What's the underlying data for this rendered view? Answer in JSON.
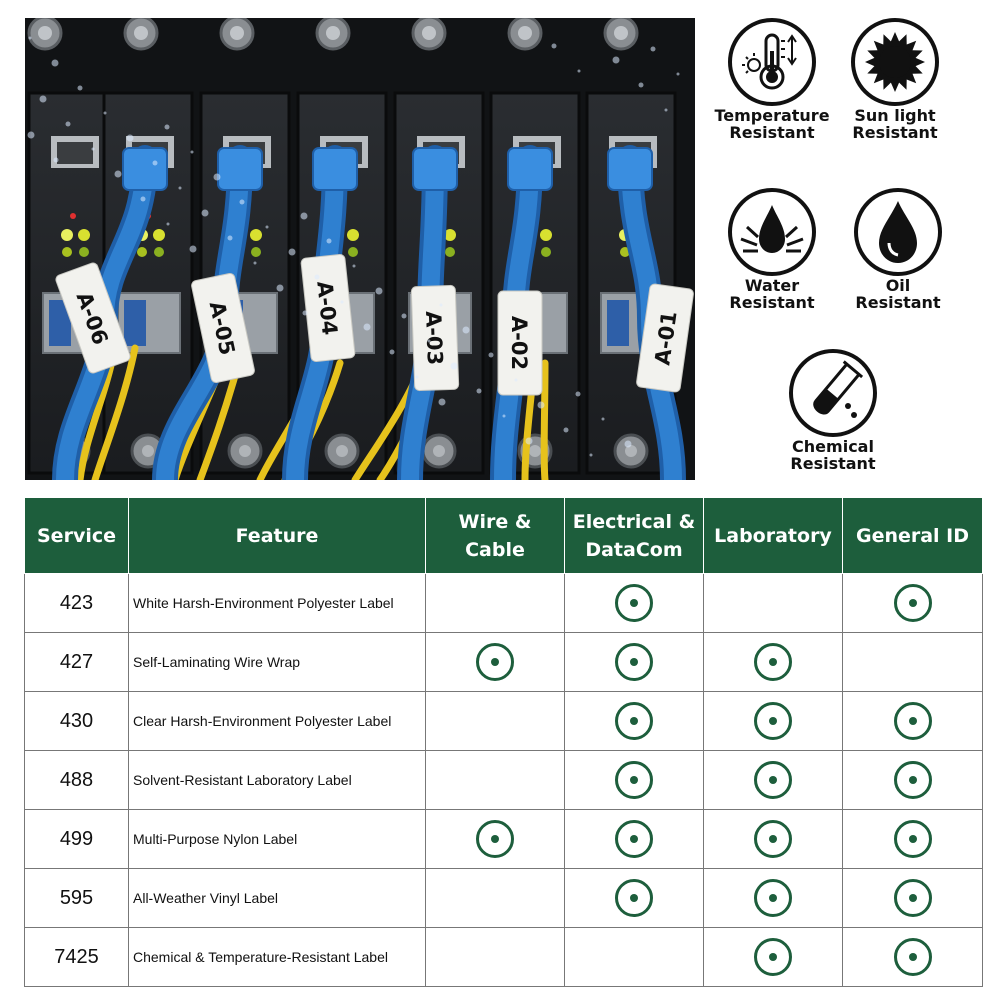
{
  "colors": {
    "header_green": "#1d5e3c",
    "cable_blue": "#2f80d0",
    "fiber_yellow": "#e6c21c"
  },
  "photo": {
    "cable_tags": [
      "A-06",
      "A-05",
      "A-04",
      "A-03",
      "A-02",
      "A-01"
    ]
  },
  "features": [
    {
      "icon": "thermometer-icon",
      "label_lines": [
        "Temperature",
        "Resistant"
      ]
    },
    {
      "icon": "sun-icon",
      "label_lines": [
        "Sun light",
        "Resistant"
      ]
    },
    {
      "icon": "water-drop-icon",
      "label_lines": [
        "Water",
        "Resistant"
      ]
    },
    {
      "icon": "oil-drop-icon",
      "label_lines": [
        "Oil",
        "Resistant"
      ]
    },
    {
      "icon": "test-tube-icon",
      "label_lines": [
        "Chemical",
        "Resistant"
      ]
    }
  ],
  "table": {
    "headers": [
      "Service",
      "Feature",
      "Wire & Cable",
      "Electrical & DataCom",
      "Laboratory",
      "General ID"
    ],
    "rows": [
      {
        "service": "423",
        "feature": "White Harsh-Environment Polyester Label",
        "marks": [
          false,
          true,
          false,
          true
        ]
      },
      {
        "service": "427",
        "feature": "Self-Laminating Wire Wrap",
        "marks": [
          true,
          true,
          true,
          false
        ]
      },
      {
        "service": "430",
        "feature": "Clear Harsh-Environment Polyester Label",
        "marks": [
          false,
          true,
          true,
          true
        ]
      },
      {
        "service": "488",
        "feature": "Solvent-Resistant Laboratory Label",
        "marks": [
          false,
          true,
          true,
          true
        ]
      },
      {
        "service": "499",
        "feature": "Multi-Purpose Nylon Label",
        "marks": [
          true,
          true,
          true,
          true
        ]
      },
      {
        "service": "595",
        "feature": "All-Weather Vinyl Label",
        "marks": [
          false,
          true,
          true,
          true
        ]
      },
      {
        "service": "7425",
        "feature": "Chemical & Temperature-Resistant Label",
        "marks": [
          false,
          false,
          true,
          true
        ]
      }
    ]
  }
}
